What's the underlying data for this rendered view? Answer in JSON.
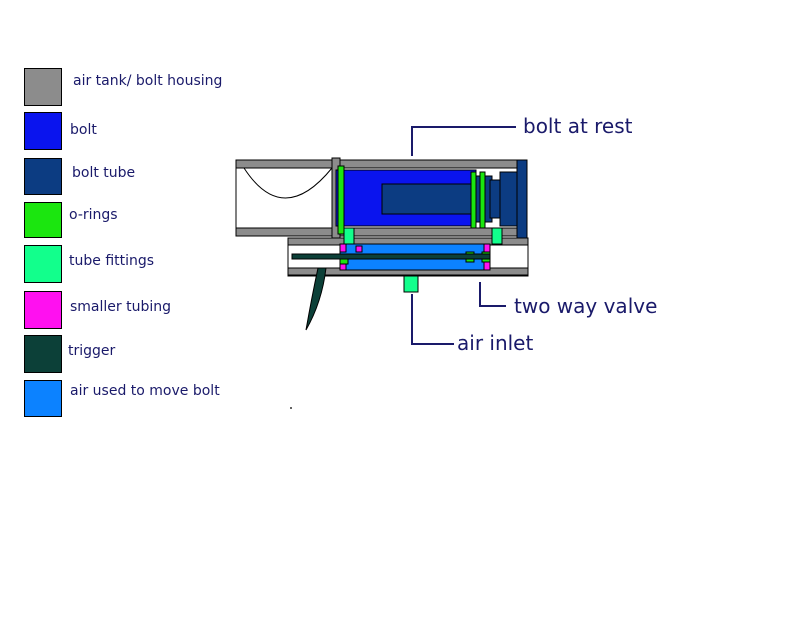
{
  "legend": [
    {
      "label": "air tank/ bolt housing",
      "color": "#8c8c8c"
    },
    {
      "label": "bolt",
      "color": "#0a14ee"
    },
    {
      "label": "bolt tube",
      "color": "#0c3c82"
    },
    {
      "label": "o-rings",
      "color": "#1be60f"
    },
    {
      "label": "tube fittings",
      "color": "#12ff8c"
    },
    {
      "label": "smaller tubing",
      "color": "#ff10f0"
    },
    {
      "label": "trigger",
      "color": "#0c4038"
    },
    {
      "label": "air used to move bolt",
      "color": "#0c82ff"
    }
  ],
  "callouts": {
    "bolt_at_rest": "bolt at rest",
    "two_way_valve": "two way valve",
    "air_inlet": "air inlet"
  },
  "colors": {
    "housing": "#8c8c8c",
    "bolt": "#0a14ee",
    "bolt_tube": "#0c3c82",
    "o_rings": "#1be60f",
    "tube_fittings": "#12ff8c",
    "smaller_tubing": "#ff10f0",
    "trigger": "#0c4038",
    "air": "#0c82ff",
    "callout_line": "#1a1a6a"
  }
}
